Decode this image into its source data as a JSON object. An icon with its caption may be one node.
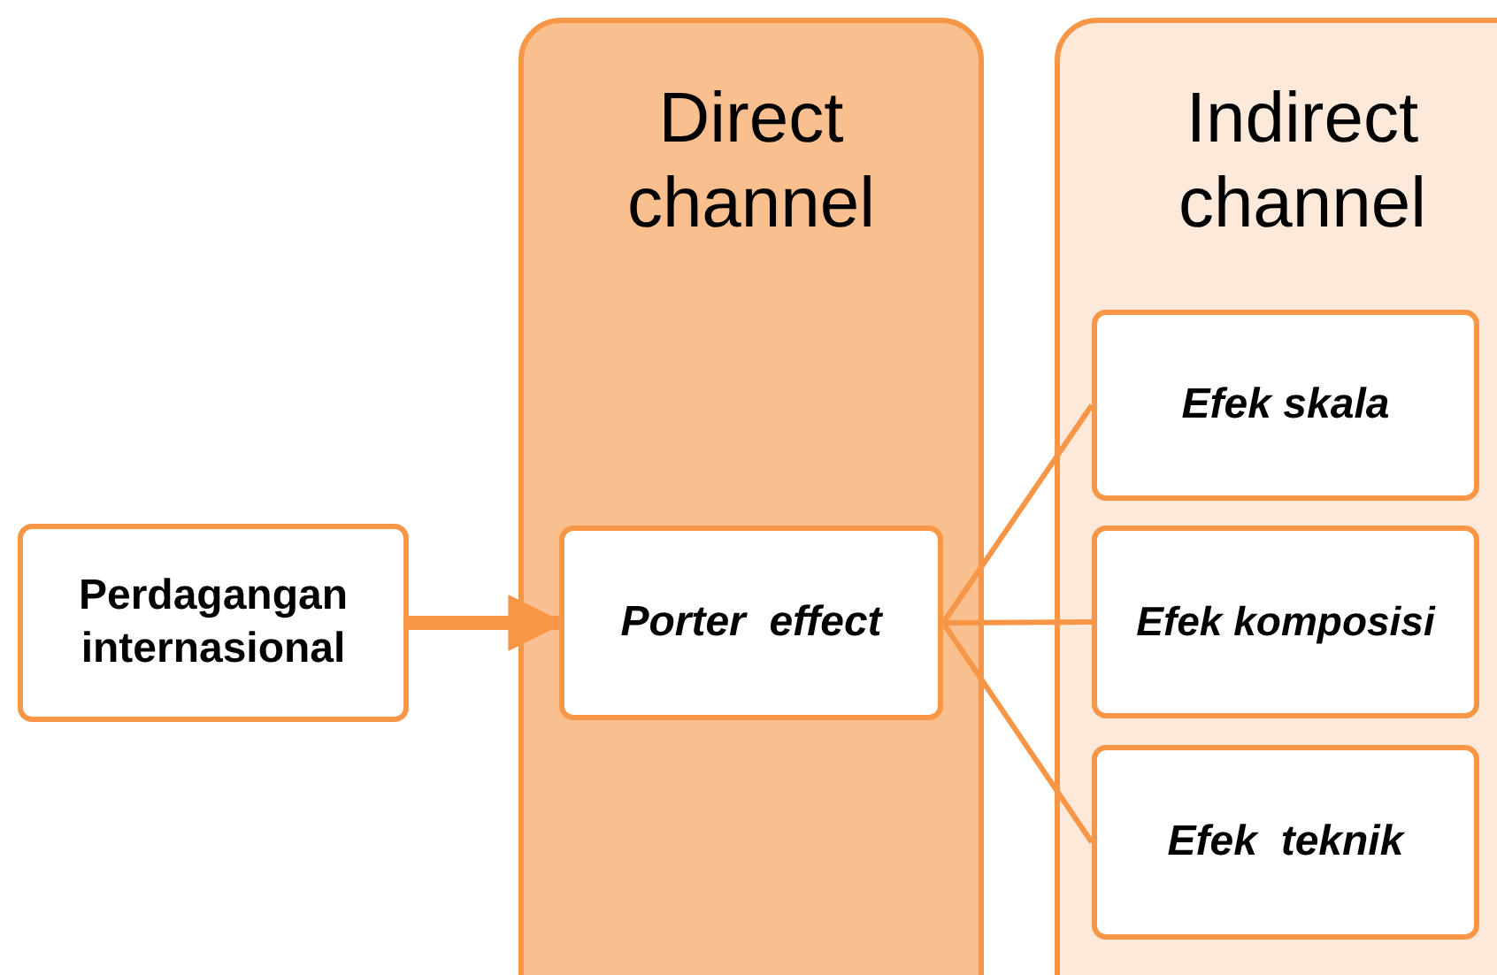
{
  "diagram": {
    "nodes": [
      {
        "text": [
          "Perdagangan internasional"
        ]
      },
      {
        "text": [
          "Direct channel"
        ]
      },
      {
        "text": [
          "Porter  effect"
        ],
        "in": 1
      },
      {
        "text": [
          "Indirect channel"
        ]
      },
      {
        "text": [
          "Efek skala"
        ],
        "in": 3
      },
      {
        "text": [
          "Efek komposisi"
        ],
        "in": 3
      },
      {
        "text": [
          "Efek  teknik"
        ],
        "in": 3
      }
    ],
    "edges": [
      {
        "from": 0,
        "to": 2,
        "arrow": "to",
        "style": "thick"
      },
      {
        "from": 2,
        "to": 4,
        "arrow": "none"
      },
      {
        "from": 2,
        "to": 5,
        "arrow": "none"
      },
      {
        "from": 2,
        "to": 6,
        "arrow": "none"
      }
    ]
  }
}
